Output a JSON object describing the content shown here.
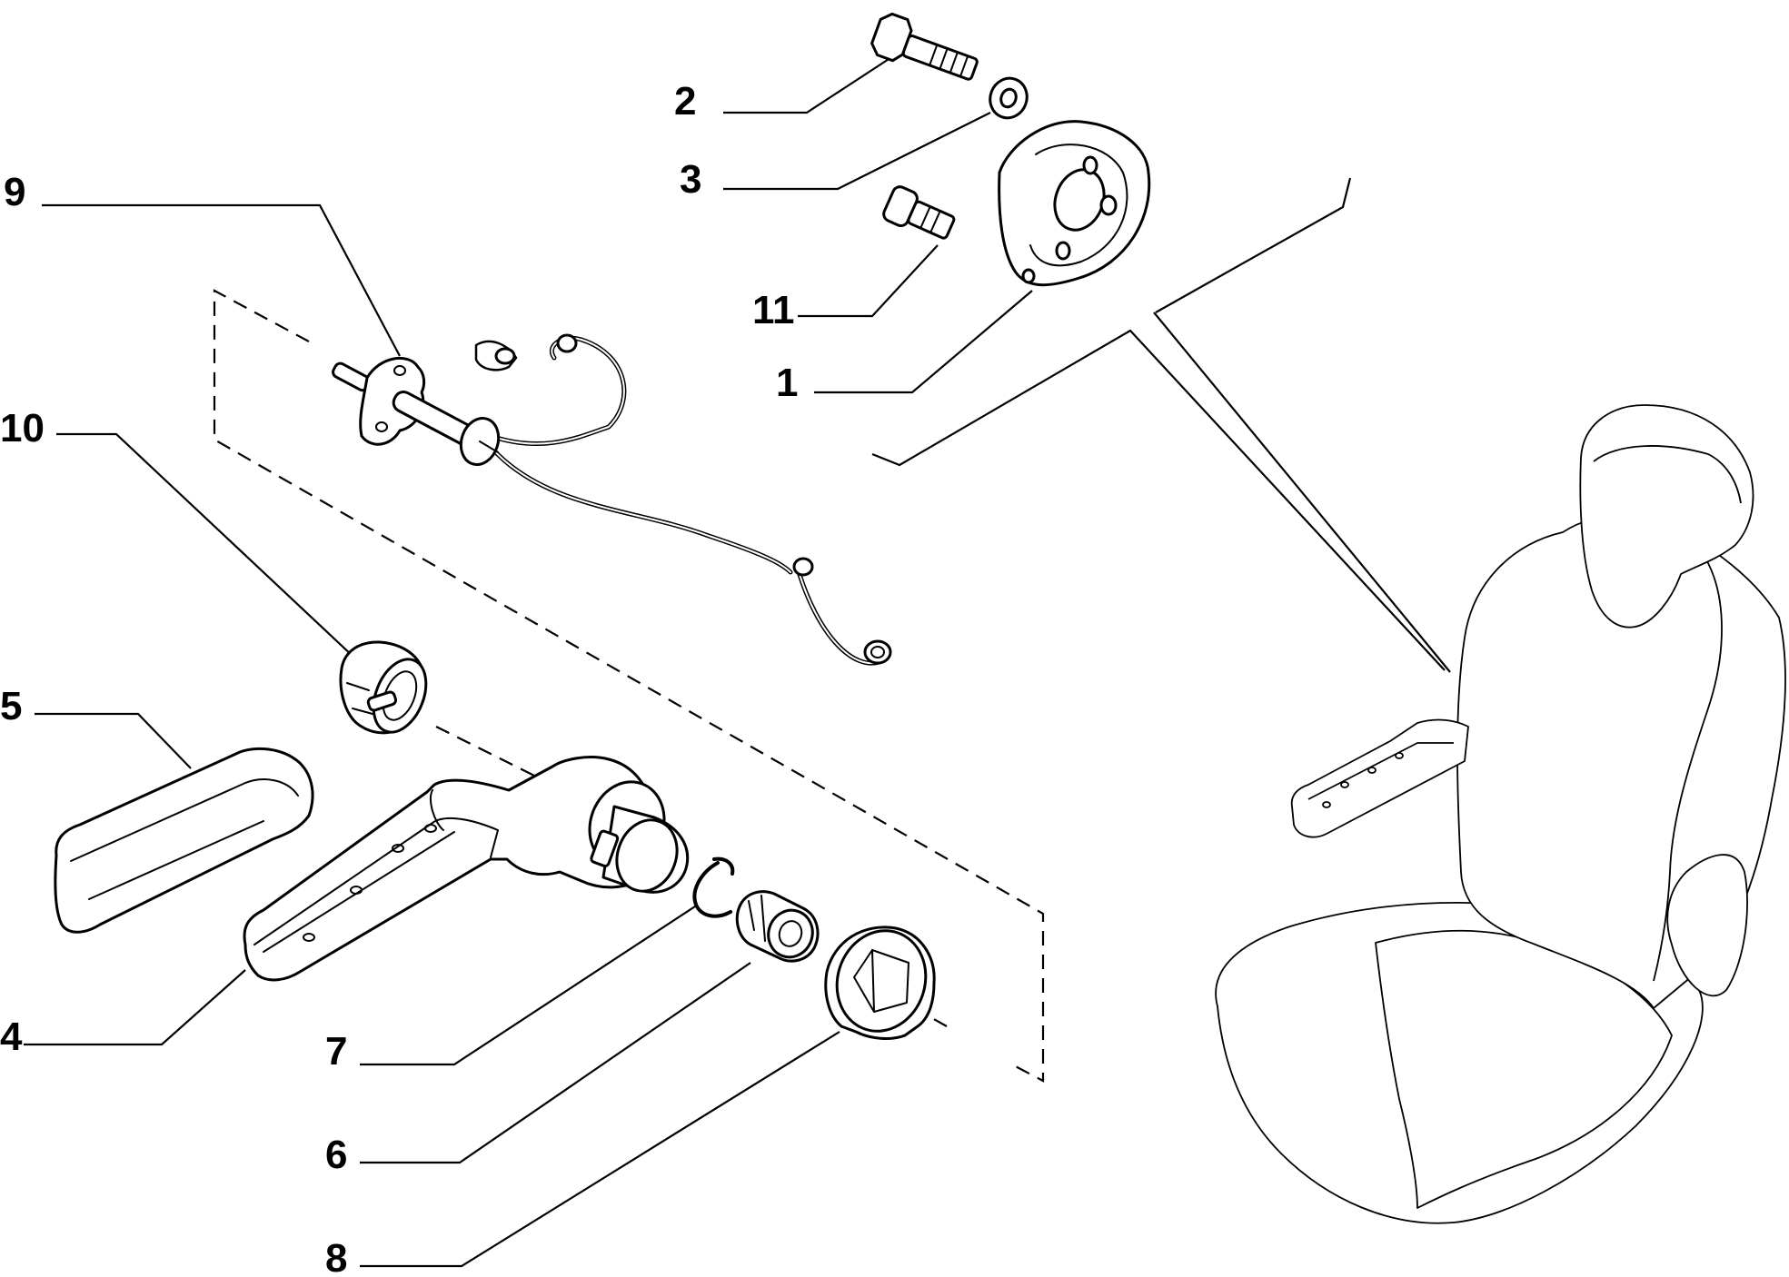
{
  "diagram": {
    "callouts": [
      {
        "id": "callout-1",
        "label": "1"
      },
      {
        "id": "callout-2",
        "label": "2"
      },
      {
        "id": "callout-3",
        "label": "3"
      },
      {
        "id": "callout-4",
        "label": "4"
      },
      {
        "id": "callout-5",
        "label": "5"
      },
      {
        "id": "callout-6",
        "label": "6"
      },
      {
        "id": "callout-7",
        "label": "7"
      },
      {
        "id": "callout-8",
        "label": "8"
      },
      {
        "id": "callout-9",
        "label": "9"
      },
      {
        "id": "callout-10",
        "label": "10"
      },
      {
        "id": "callout-11",
        "label": "11"
      }
    ]
  }
}
